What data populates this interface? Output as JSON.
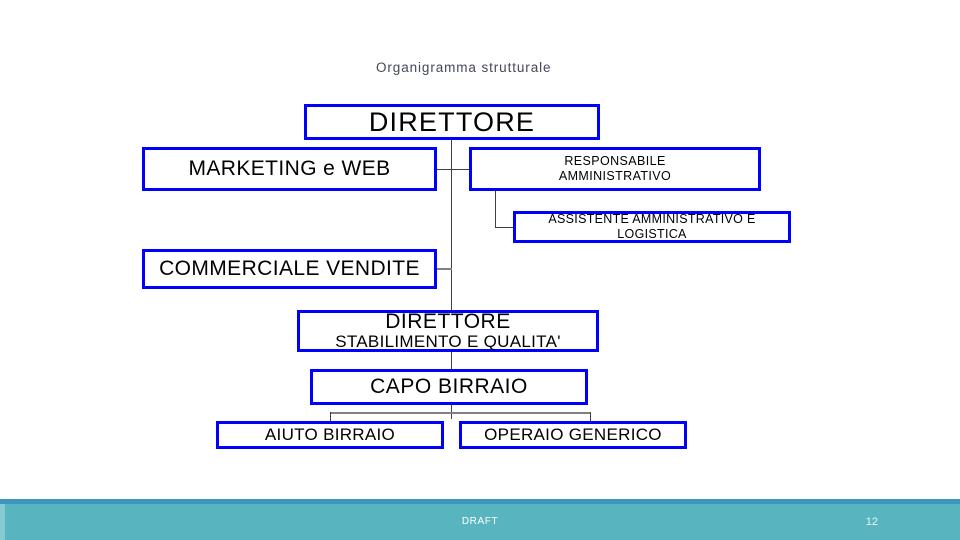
{
  "slide": {
    "title": "Organigramma strutturale",
    "background_color": "#ffffff"
  },
  "theme": {
    "node_border_color": "#0000ff",
    "node_text_color": "#000000",
    "connector_color": "#404040",
    "connector_gray": "#808080",
    "title_color": "#44475c",
    "footer_color": "#58b5bf",
    "footer_top_rule_color": "#3c96bd"
  },
  "chart_nodes": {
    "direttore": {
      "line1": "DIRETTORE",
      "line2": ""
    },
    "marketing": {
      "line1": "MARKETING e WEB",
      "line2": ""
    },
    "responsabile": {
      "line1": "RESPONSABILE",
      "line2": "AMMINISTRATIVO"
    },
    "assistente": {
      "line1": "ASSISTENTE AMMINISTRATIVO E",
      "line2": "LOGISTICA"
    },
    "commerciale": {
      "line1": "COMMERCIALE VENDITE",
      "line2": ""
    },
    "direttore_stabilimento": {
      "line1": "DIRETTORE",
      "line2": "STABILIMENTO E QUALITA'"
    },
    "capo_birraio": {
      "line1": "CAPO BIRRAIO",
      "line2": ""
    },
    "aiuto_birraio": {
      "line1": "AIUTO BIRRAIO",
      "line2": ""
    },
    "operaio_generico": {
      "line1": "OPERAIO GENERICO",
      "line2": ""
    }
  },
  "footer": {
    "label": "DRAFT",
    "page_number": "12"
  }
}
